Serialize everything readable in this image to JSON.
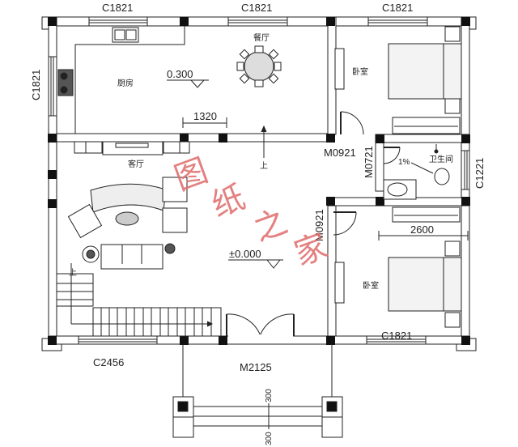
{
  "plan": {
    "rooms": {
      "kitchen": "厨房",
      "dining": "餐厅",
      "living": "客厅",
      "bedroom_top": "卧室",
      "bedroom_bottom": "卧室",
      "bathroom": "卫生间"
    },
    "windows": {
      "top_left": "C1821",
      "top_middle": "C1821",
      "top_right": "C1821",
      "left_kitchen": "C1821",
      "right_bath": "C1221",
      "bottom_left": "C2456",
      "bottom_right": "C1821"
    },
    "doors": {
      "bedroom_top": "M0921",
      "bathroom": "M0721",
      "bedroom_bottom": "M0921",
      "entrance": "M2125"
    },
    "elevations": {
      "kitchen": "0.300",
      "living": "±0.000"
    },
    "dimensions": {
      "kitchen_step": "1320",
      "closet_width": "2600",
      "porch_top": "300",
      "porch_bottom": "300"
    },
    "annotations": {
      "stair_up_1": "上",
      "stair_up_2": "上",
      "slope": "1%"
    },
    "watermark": {
      "chars": [
        "图",
        "纸",
        "之",
        "家"
      ],
      "color": "#e06a6a"
    },
    "colors": {
      "line": "#222222",
      "column": "#111111",
      "background": "#ffffff"
    }
  }
}
